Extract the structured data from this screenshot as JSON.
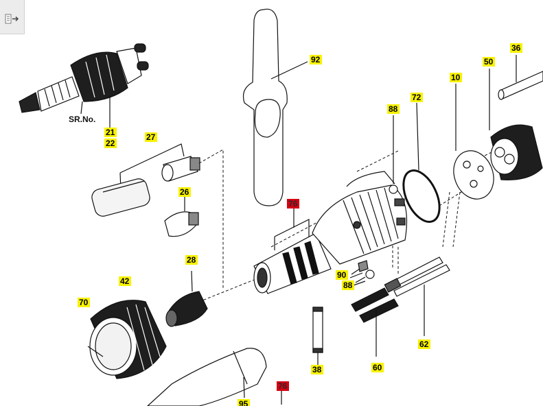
{
  "toolbar": {
    "toggle_icon": "sidebar-toggle-icon"
  },
  "labels": {
    "l21": "21",
    "l22": "22",
    "l27": "27",
    "l26": "26",
    "l28": "28",
    "l42": "42",
    "l70": "70",
    "l92": "92",
    "l76a": "76",
    "l76b": "76",
    "l88a": "88",
    "l88b": "88",
    "l90": "90",
    "l72": "72",
    "l10": "10",
    "l50": "50",
    "l36": "36",
    "l62": "62",
    "l60": "60",
    "l38": "38",
    "l95": "95"
  },
  "sr_text": "SR.No.",
  "colors": {
    "highlight": "#f7f200",
    "highlight_red": "#d40012",
    "line": "#111111"
  }
}
